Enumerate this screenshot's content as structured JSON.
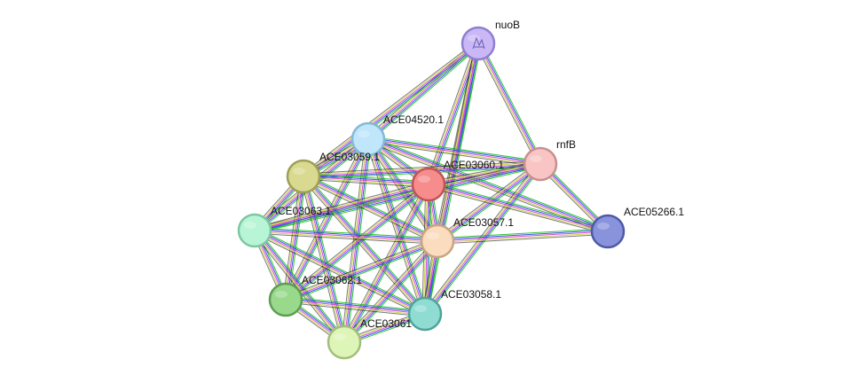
{
  "network": {
    "nodes": [
      {
        "id": "nuoB",
        "label": "nuoB",
        "color": "#c9b8f5",
        "stroke": "#8f7fd0",
        "has_structure": true
      },
      {
        "id": "ACE04520.1",
        "label": "ACE04520.1",
        "color": "#bfe6fb",
        "stroke": "#86b8d6"
      },
      {
        "id": "rnfB",
        "label": "rnfB",
        "color": "#f8c4c4",
        "stroke": "#c98f8f"
      },
      {
        "id": "ACE03059.1",
        "label": "ACE03059.1",
        "color": "#d9d98f",
        "stroke": "#9e9e56"
      },
      {
        "id": "ACE03060.1",
        "label": "ACE03060.1",
        "color": "#f78c8c",
        "stroke": "#c05454"
      },
      {
        "id": "ACE03063.1",
        "label": "ACE03063.1",
        "color": "#b8f5d6",
        "stroke": "#7ec7a1"
      },
      {
        "id": "ACE03057.1",
        "label": "ACE03057.1",
        "color": "#fbdcbf",
        "stroke": "#c9a480"
      },
      {
        "id": "ACE05266.1",
        "label": "ACE05266.1",
        "color": "#8893dc",
        "stroke": "#4f5aa6"
      },
      {
        "id": "ACE03062.1",
        "label": "ACE03062.1",
        "color": "#98d98c",
        "stroke": "#5d9e52"
      },
      {
        "id": "ACE03058.1",
        "label": "ACE03058.1",
        "color": "#8fdcd3",
        "stroke": "#4fa398"
      },
      {
        "id": "ACE03061",
        "label": "ACE03061",
        "color": "#def5b8",
        "stroke": "#a3be7c"
      }
    ],
    "edge_colors": [
      "#19c019",
      "#2244ee",
      "#d93ad9",
      "#c8d43a",
      "#111111"
    ],
    "edges": [
      [
        "nuoB",
        "ACE04520.1"
      ],
      [
        "nuoB",
        "ACE03060.1"
      ],
      [
        "nuoB",
        "rnfB"
      ],
      [
        "nuoB",
        "ACE03057.1"
      ],
      [
        "nuoB",
        "ACE03058.1"
      ],
      [
        "nuoB",
        "ACE03059.1"
      ],
      [
        "ACE04520.1",
        "ACE03059.1"
      ],
      [
        "ACE04520.1",
        "ACE03060.1"
      ],
      [
        "ACE04520.1",
        "ACE03063.1"
      ],
      [
        "ACE04520.1",
        "ACE03057.1"
      ],
      [
        "ACE04520.1",
        "ACE03062.1"
      ],
      [
        "ACE04520.1",
        "ACE03058.1"
      ],
      [
        "ACE04520.1",
        "ACE03061"
      ],
      [
        "ACE04520.1",
        "rnfB"
      ],
      [
        "ACE04520.1",
        "ACE05266.1"
      ],
      [
        "rnfB",
        "ACE03060.1"
      ],
      [
        "rnfB",
        "ACE03059.1"
      ],
      [
        "rnfB",
        "ACE03057.1"
      ],
      [
        "rnfB",
        "ACE03058.1"
      ],
      [
        "rnfB",
        "ACE05266.1"
      ],
      [
        "rnfB",
        "ACE03063.1"
      ],
      [
        "ACE03059.1",
        "ACE03060.1"
      ],
      [
        "ACE03059.1",
        "ACE03063.1"
      ],
      [
        "ACE03059.1",
        "ACE03057.1"
      ],
      [
        "ACE03059.1",
        "ACE03062.1"
      ],
      [
        "ACE03059.1",
        "ACE03058.1"
      ],
      [
        "ACE03059.1",
        "ACE03061"
      ],
      [
        "ACE03060.1",
        "ACE03063.1"
      ],
      [
        "ACE03060.1",
        "ACE03057.1"
      ],
      [
        "ACE03060.1",
        "ACE03062.1"
      ],
      [
        "ACE03060.1",
        "ACE03058.1"
      ],
      [
        "ACE03060.1",
        "ACE03061"
      ],
      [
        "ACE03060.1",
        "ACE05266.1"
      ],
      [
        "ACE03063.1",
        "ACE03057.1"
      ],
      [
        "ACE03063.1",
        "ACE03062.1"
      ],
      [
        "ACE03063.1",
        "ACE03058.1"
      ],
      [
        "ACE03063.1",
        "ACE03061"
      ],
      [
        "ACE03057.1",
        "ACE03062.1"
      ],
      [
        "ACE03057.1",
        "ACE03058.1"
      ],
      [
        "ACE03057.1",
        "ACE03061"
      ],
      [
        "ACE03057.1",
        "ACE05266.1"
      ],
      [
        "ACE03062.1",
        "ACE03058.1"
      ],
      [
        "ACE03062.1",
        "ACE03061"
      ],
      [
        "ACE03058.1",
        "ACE03061"
      ]
    ]
  }
}
